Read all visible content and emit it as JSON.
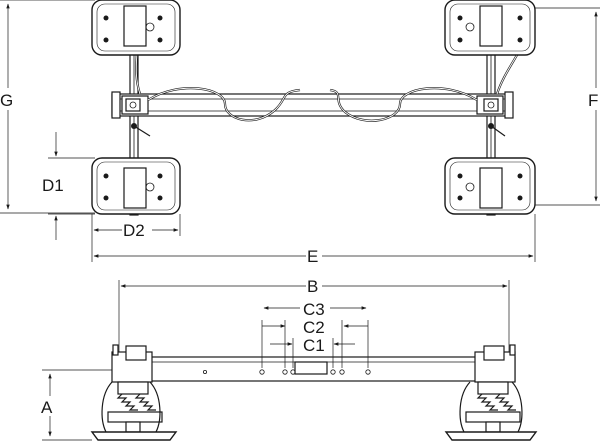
{
  "diagram": {
    "dimensions": {
      "G": "G",
      "F": "F",
      "D1": "D1",
      "D2": "D2",
      "E": "E",
      "B": "B",
      "C3": "C3",
      "C2": "C2",
      "C1": "C1",
      "A": "A"
    }
  }
}
